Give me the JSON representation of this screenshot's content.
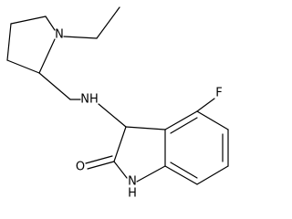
{
  "molecule": {
    "atoms": {
      "n_ring": "N",
      "nh_amine": "NH",
      "f": "F",
      "o": "O",
      "hn_indole": "H",
      "n_indole": "N"
    }
  }
}
